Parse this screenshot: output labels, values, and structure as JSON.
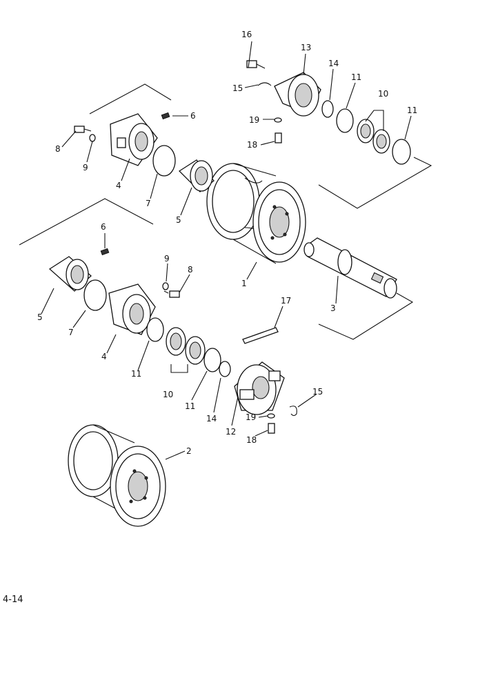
{
  "page_label": "4-14",
  "callouts": {
    "c1": "1",
    "c2": "2",
    "c3": "3",
    "c4a": "4",
    "c4b": "4",
    "c5a": "5",
    "c5b": "5",
    "c6a": "6",
    "c6b": "6",
    "c7a": "7",
    "c7b": "7",
    "c8a": "8",
    "c8b": "8",
    "c9a": "9",
    "c9b": "9",
    "c10a": "10",
    "c10b": "10",
    "c11a": "11",
    "c11b": "11",
    "c11c": "11",
    "c11d": "11",
    "c12": "12",
    "c13": "13",
    "c14a": "14",
    "c14b": "14",
    "c15a": "15",
    "c15b": "15",
    "c16": "16",
    "c17": "17",
    "c18a": "18",
    "c18b": "18",
    "c19a": "19",
    "c19b": "19"
  }
}
